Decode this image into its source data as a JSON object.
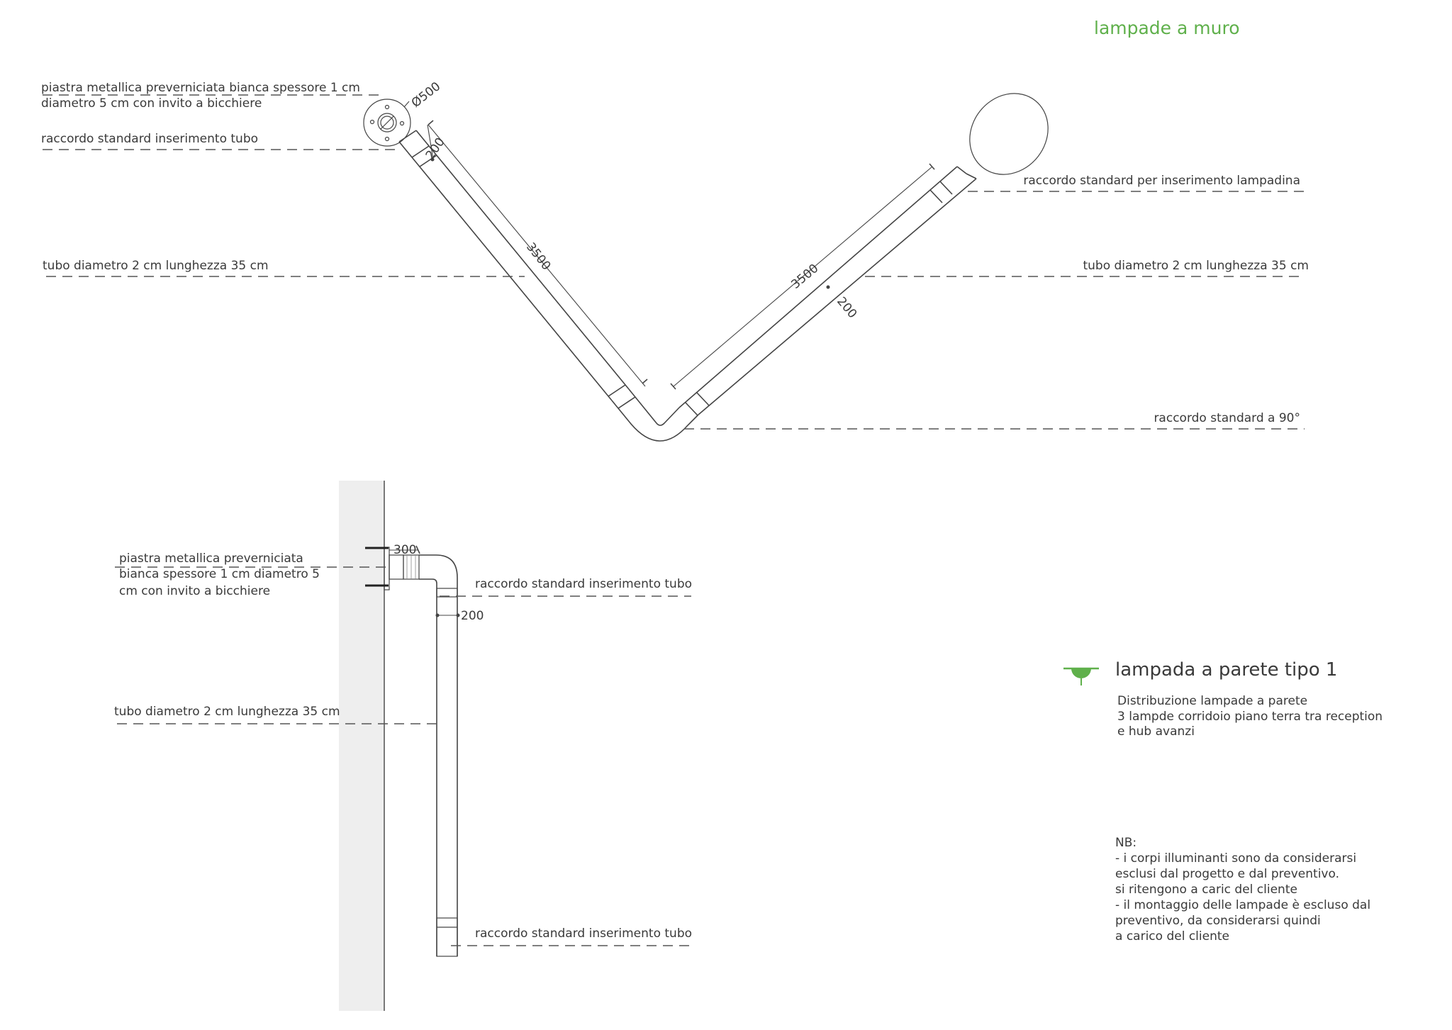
{
  "title": "lampade a muro",
  "colors": {
    "accent": "#5fb04b",
    "wall": "#eeeeee",
    "line": "#444444"
  },
  "top_view": {
    "labels": {
      "plate_line1": "piastra metallica preverniciata bianca spessore 1 cm",
      "plate_line2": "diametro 5 cm con invito a bicchiere",
      "fitting_tube": "raccordo standard inserimento tubo",
      "tube_left": "tubo diametro 2 cm lunghezza 35 cm",
      "fitting_lamp": "raccordo standard per inserimento lampadina",
      "tube_right": "tubo diametro 2 cm lunghezza 35 cm",
      "fitting_90": "raccordo standard a 90°"
    },
    "dims": {
      "diameter": "Ø500",
      "left_offset": "200",
      "left_length": "3500",
      "right_length": "3500",
      "right_offset": "200"
    }
  },
  "side_view": {
    "labels": {
      "plate_line1": "piastra metallica preverniciata",
      "plate_line2": "bianca spessore 1 cm diametro 5",
      "plate_line3": "cm con invito a bicchiere",
      "fitting_top": "raccordo standard inserimento tubo",
      "tube": "tubo diametro 2 cm lunghezza 35 cm",
      "fitting_bottom": "raccordo standard inserimento tubo"
    },
    "dims": {
      "offset": "300",
      "width": "200"
    }
  },
  "legend": {
    "icon": "wall-lamp-icon",
    "title": "lampada a parete tipo 1",
    "line1": "Distribuzione lampade a parete",
    "line2": "3 lampde corridoio piano terra tra reception",
    "line3": "e hub avanzi"
  },
  "notes": {
    "heading": "NB:",
    "line1": "-  i corpi illuminanti sono da considerarsi",
    "line2": "esclusi dal progetto e dal preventivo.",
    "line3": "si ritengono a caric del cliente",
    "line4": "- il montaggio delle lampade è escluso dal",
    "line5": "preventivo, da considerarsi quindi",
    "line6": "a carico del cliente"
  }
}
